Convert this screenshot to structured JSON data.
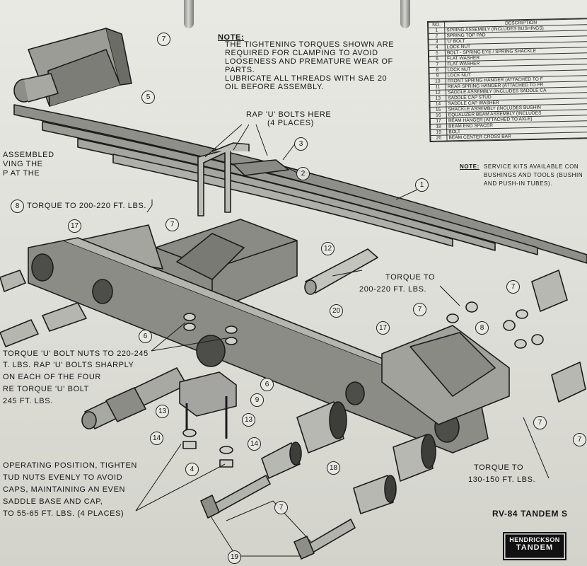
{
  "notes": {
    "title": "NOTE:",
    "lines": [
      "THE TIGHTENING TORQUES SHOWN ARE",
      "REQUIRED FOR CLAMPING TO AVOID",
      "LOOSENESS AND PREMATURE WEAR OF",
      "PARTS.",
      "LUBRICATE ALL THREADS WITH SAE 20",
      "OIL BEFORE ASSEMBLY."
    ]
  },
  "labels": {
    "rap_bolts": [
      "RAP 'U' BOLTS HERE",
      "(4 PLACES)"
    ],
    "torque_8": "TORQUE TO 200-220 FT. LBS.",
    "torque_8_callout": "8",
    "torque_right": [
      "TORQUE TO",
      "200-220 FT. LBS."
    ],
    "torque_bottom": [
      "TORQUE TO",
      "130-150 FT. LBS."
    ],
    "left_partial": [
      "ASSEMBLED",
      "VING THE",
      "P AT THE"
    ],
    "ubolt": [
      "TORQUE 'U' BOLT NUTS TO 220-245",
      "T. LBS. RAP 'U' BOLTS SHARPLY",
      "ON EACH OF THE FOUR",
      "RE TORQUE 'U' BOLT",
      "245 FT. LBS."
    ],
    "operating": [
      "OPERATING POSITION, TIGHTEN",
      "TUD NUTS EVENLY TO AVOID",
      "CAPS, MAINTAINING AN EVEN",
      "SADDLE BASE AND CAP,",
      "TO 55-65 FT. LBS. (4 PLACES)"
    ],
    "service": [
      "NOTE:",
      "SERVICE KITS AVAILABLE CON",
      "BUSHINGS AND TOOLS (BUSHIN",
      "AND PUSH-IN TUBES)."
    ],
    "model": "RV-84 TANDEM S"
  },
  "logo": {
    "line1": "HENDRICKSON",
    "line2": "TANDEM"
  },
  "legend": {
    "headers": [
      "NO.",
      "DESCRIPTION"
    ],
    "rows": [
      [
        "1",
        "SPRING ASSEMBLY (INCLUDES BUSHINGS)"
      ],
      [
        "2",
        "SPRING TOP PAD"
      ],
      [
        "3",
        "'U' BOLT"
      ],
      [
        "4",
        "LOCK NUT"
      ],
      [
        "5",
        "BOLT - SPRING EYE / SPRING SHACKLE"
      ],
      [
        "6",
        "FLAT WASHER"
      ],
      [
        "7",
        "FLAT WASHER"
      ],
      [
        "8",
        "LOCK NUT"
      ],
      [
        "9",
        "LOCK NUT"
      ],
      [
        "10",
        "FRONT SPRING HANGER (ATTACHED TO F"
      ],
      [
        "11",
        "REAR SPRING HANGER (ATTACHED TO FR"
      ],
      [
        "12",
        "SADDLE ASSEMBLY (INCLUDES SADDLE CA"
      ],
      [
        "13",
        "SADDLE CAP STUD"
      ],
      [
        "14",
        "SADDLE CAP WASHER"
      ],
      [
        "15",
        "SHACKLE ASSEMBLY (INCLUDES BUSHIN"
      ],
      [
        "16",
        "EQUALIZER BEAM ASSEMBLY (INCLUDES"
      ],
      [
        "17",
        "BEAM HANGER (ATTACHED TO AXLE)"
      ],
      [
        "18",
        "BEAM END SPACER"
      ],
      [
        "19",
        "BOLT"
      ],
      [
        "20",
        "BEAM CENTER CROSS BAR"
      ]
    ]
  },
  "callouts": {
    "c7a": "7",
    "c5a": "5",
    "c3": "3",
    "c2": "2",
    "c1": "1",
    "c17a": "17",
    "c7b": "7",
    "c12": "12",
    "c20": "20",
    "c6a": "6",
    "c6b": "6",
    "c9": "9",
    "c13a": "13",
    "c13b": "13",
    "c14a": "14",
    "c14b": "14",
    "c4": "4",
    "c18": "18",
    "c7c": "7",
    "c19": "19",
    "c17b": "17",
    "c7d": "7",
    "c8": "8",
    "c7e": "7",
    "c7f": "7",
    "c7g": "7"
  }
}
